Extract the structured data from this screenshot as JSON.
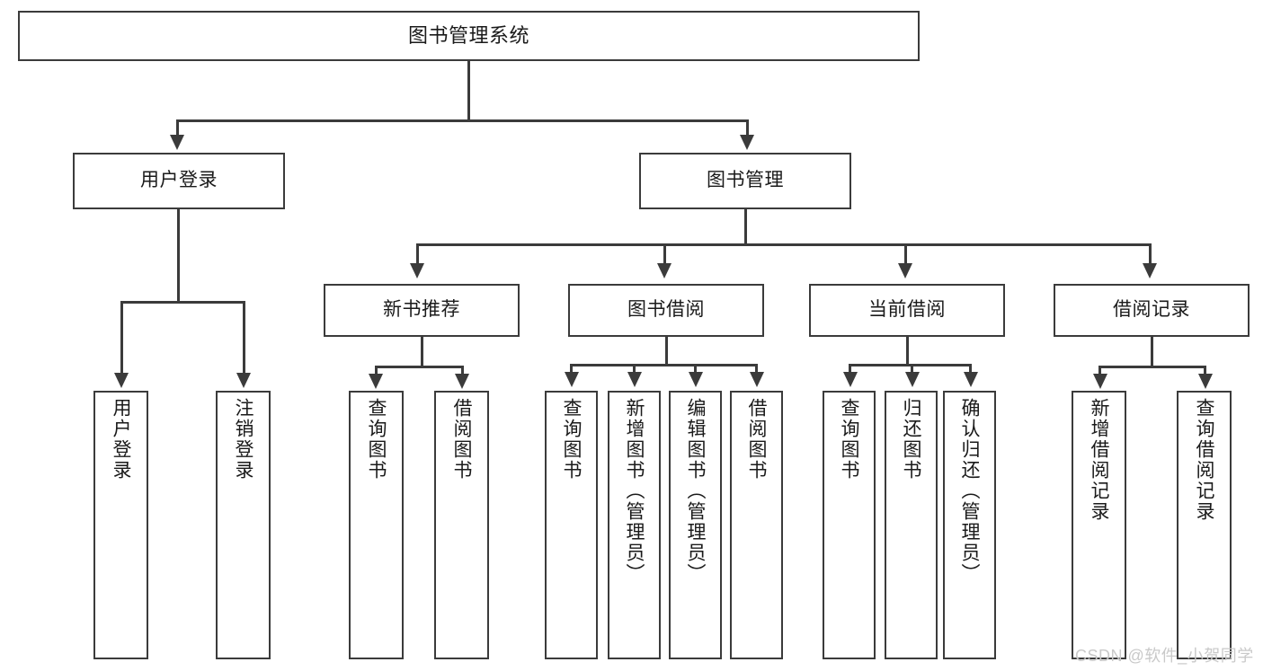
{
  "diagram": {
    "title": "图书管理系统",
    "type": "tree",
    "root": {
      "label": "图书管理系统"
    },
    "level2": [
      {
        "label": "用户登录"
      },
      {
        "label": "图书管理"
      }
    ],
    "level3": [
      {
        "label": "新书推荐"
      },
      {
        "label": "图书借阅"
      },
      {
        "label": "当前借阅"
      },
      {
        "label": "借阅记录"
      }
    ],
    "leaves": {
      "user_login": [
        {
          "label": "用户登录"
        },
        {
          "label": "注销登录"
        }
      ],
      "new_book_recommend": [
        {
          "label": "查询图书"
        },
        {
          "label": "借阅图书"
        }
      ],
      "book_borrow": [
        {
          "label": "查询图书"
        },
        {
          "label": "新增图书（管理员）"
        },
        {
          "label": "编辑图书（管理员）"
        },
        {
          "label": "借阅图书"
        }
      ],
      "current_borrow": [
        {
          "label": "查询图书"
        },
        {
          "label": "归还图书"
        },
        {
          "label": "确认归还（管理员）"
        }
      ],
      "borrow_record": [
        {
          "label": "新增借阅记录"
        },
        {
          "label": "查询借阅记录"
        }
      ]
    }
  },
  "watermark": {
    "text": "CSDN @软件_小贺同学"
  },
  "colors": {
    "stroke": "#3b3b3b",
    "background": "#ffffff",
    "text": "#1a1a1a",
    "watermark": "#c9c9c9"
  }
}
